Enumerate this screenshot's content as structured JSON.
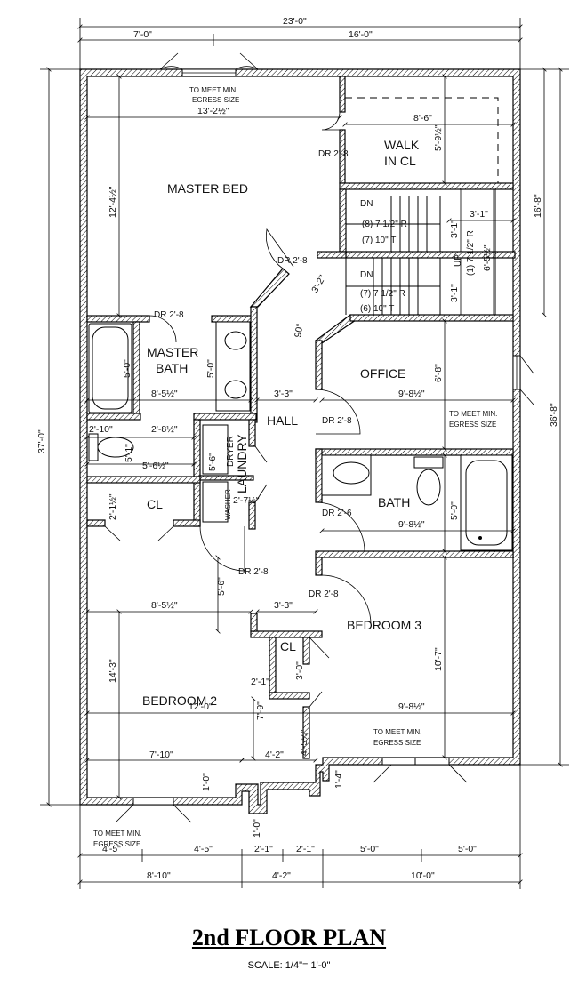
{
  "title": "2nd FLOOR PLAN",
  "scale": "SCALE: 1/4\"= 1'-0\"",
  "rooms": {
    "master_bed": "MASTER BED",
    "walk_in_cl_1": "WALK",
    "walk_in_cl_2": "IN CL",
    "master_bath_1": "MASTER",
    "master_bath_2": "BATH",
    "office": "OFFICE",
    "hall": "HALL",
    "bath": "BATH",
    "cl_left": "CL",
    "cl_small": "CL",
    "laundry": "LAUNDRY",
    "dryer": "DRYER",
    "washer": "WASHER",
    "bedroom2": "BEDROOM 2",
    "bedroom3": "BEDROOM 3"
  },
  "notes": {
    "egress_line1": "TO MEET MIN.",
    "egress_line2": "EGRESS SIZE",
    "stair_dn": "DN",
    "stair_up": "UP",
    "stair_upper_1": "(8) 7 1/2\" R",
    "stair_upper_2": "(7) 10\" T",
    "stair_lower_1": "(7) 7 1/2\" R",
    "stair_lower_2": "(6) 10\" T",
    "stair_up_text": "(1) 7 1/2\" R"
  },
  "doors": {
    "dr_28": "DR 2'-8",
    "dr_26": "DR 2'-6"
  },
  "dims": {
    "overall_width": "23'-0\"",
    "top_left": "7'-0\"",
    "top_right": "16'-0\"",
    "overall_depth": "37'-0\"",
    "right_depth": "36'-8\"",
    "right_upper": "16'-8\"",
    "mb_width": "13'-2½\"",
    "mb_depth": "12'-4½\"",
    "wic_width": "8'-6\"",
    "wic_depth": "5'-9½\"",
    "stair_31_a": "3'-1\"",
    "stair_31_b": "3'-1\"",
    "stair_31_c": "3'-1\"",
    "stair_65": "6'-5½\"",
    "stair_32": "3'-2\"",
    "angle_90": "90°",
    "mbath_width": "8'-5½\"",
    "mbath_depth": "5'-0\"",
    "mbath_vanity": "5'-0\"",
    "hall_width": "3'-3\"",
    "office_width": "9'-8½\"",
    "office_depth": "6'-8\"",
    "wc_width": "2'-10\"",
    "lav_width": "2'-8½\"",
    "wc_depth": "5'-1\"",
    "laundry_depth": "5'-6\"",
    "cl_width": "5'-6½\"",
    "cl_depth": "2'-1½\"",
    "laundry_width": "2'-7½\"",
    "bath_width": "9'-8½\"",
    "bath_depth": "5'-0\"",
    "hall_lower": "5'-6\"",
    "b2_upper_width": "8'-5½\"",
    "hall_lower_width": "3'-3\"",
    "b2_depth": "14'-3\"",
    "b2_width": "12'-0\"",
    "b3_depth": "10'-7\"",
    "b3_width": "9'-8½\"",
    "cl_small_width": "2'-1\"",
    "cl_small_depth": "3'-0\"",
    "b2_7_9": "7'-9\"",
    "b2_445": "4'-5½\"",
    "b2_710": "7'-10\"",
    "b2_42": "4'-2\"",
    "notch_10": "1'-0\"",
    "notch_14": "1'-4\"",
    "notch_10b": "1'-0\"",
    "bot_44a": "4'-5\"",
    "bot_44b": "4'-5\"",
    "bot_21a": "2'-1\"",
    "bot_21b": "2'-1\"",
    "bot_50a": "5'-0\"",
    "bot_50b": "5'-0\"",
    "bot_810": "8'-10\"",
    "bot_42": "4'-2\"",
    "bot_100": "10'-0\""
  }
}
